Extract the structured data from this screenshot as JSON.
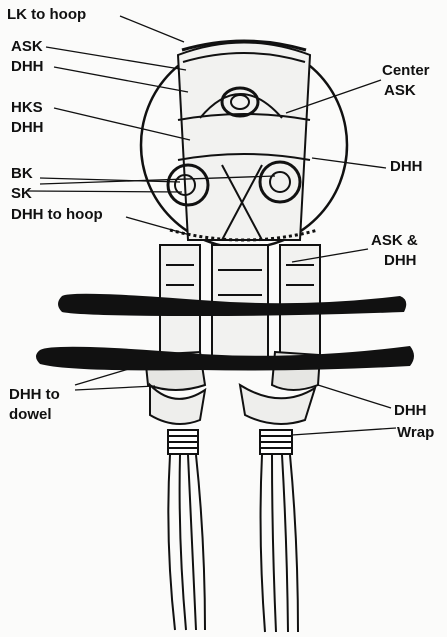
{
  "labels": {
    "lk_to_hoop": "LK to hoop",
    "ask": "ASK",
    "dhh_1": "DHH",
    "hks": "HKS",
    "dhh_2": "DHH",
    "center": "Center",
    "center_ask": "ASK",
    "dhh_right": "DHH",
    "bk": "BK",
    "sk": "SK",
    "dhh_to_hoop": "DHH to hoop",
    "ask_and": "ASK &",
    "ask_and_dhh": "DHH",
    "dhh_to": "DHH to",
    "dowel": "dowel",
    "dhh_lower": "DHH",
    "wrap": "Wrap"
  },
  "colors": {
    "ink": "#111111",
    "paper": "#fbfbfa"
  }
}
